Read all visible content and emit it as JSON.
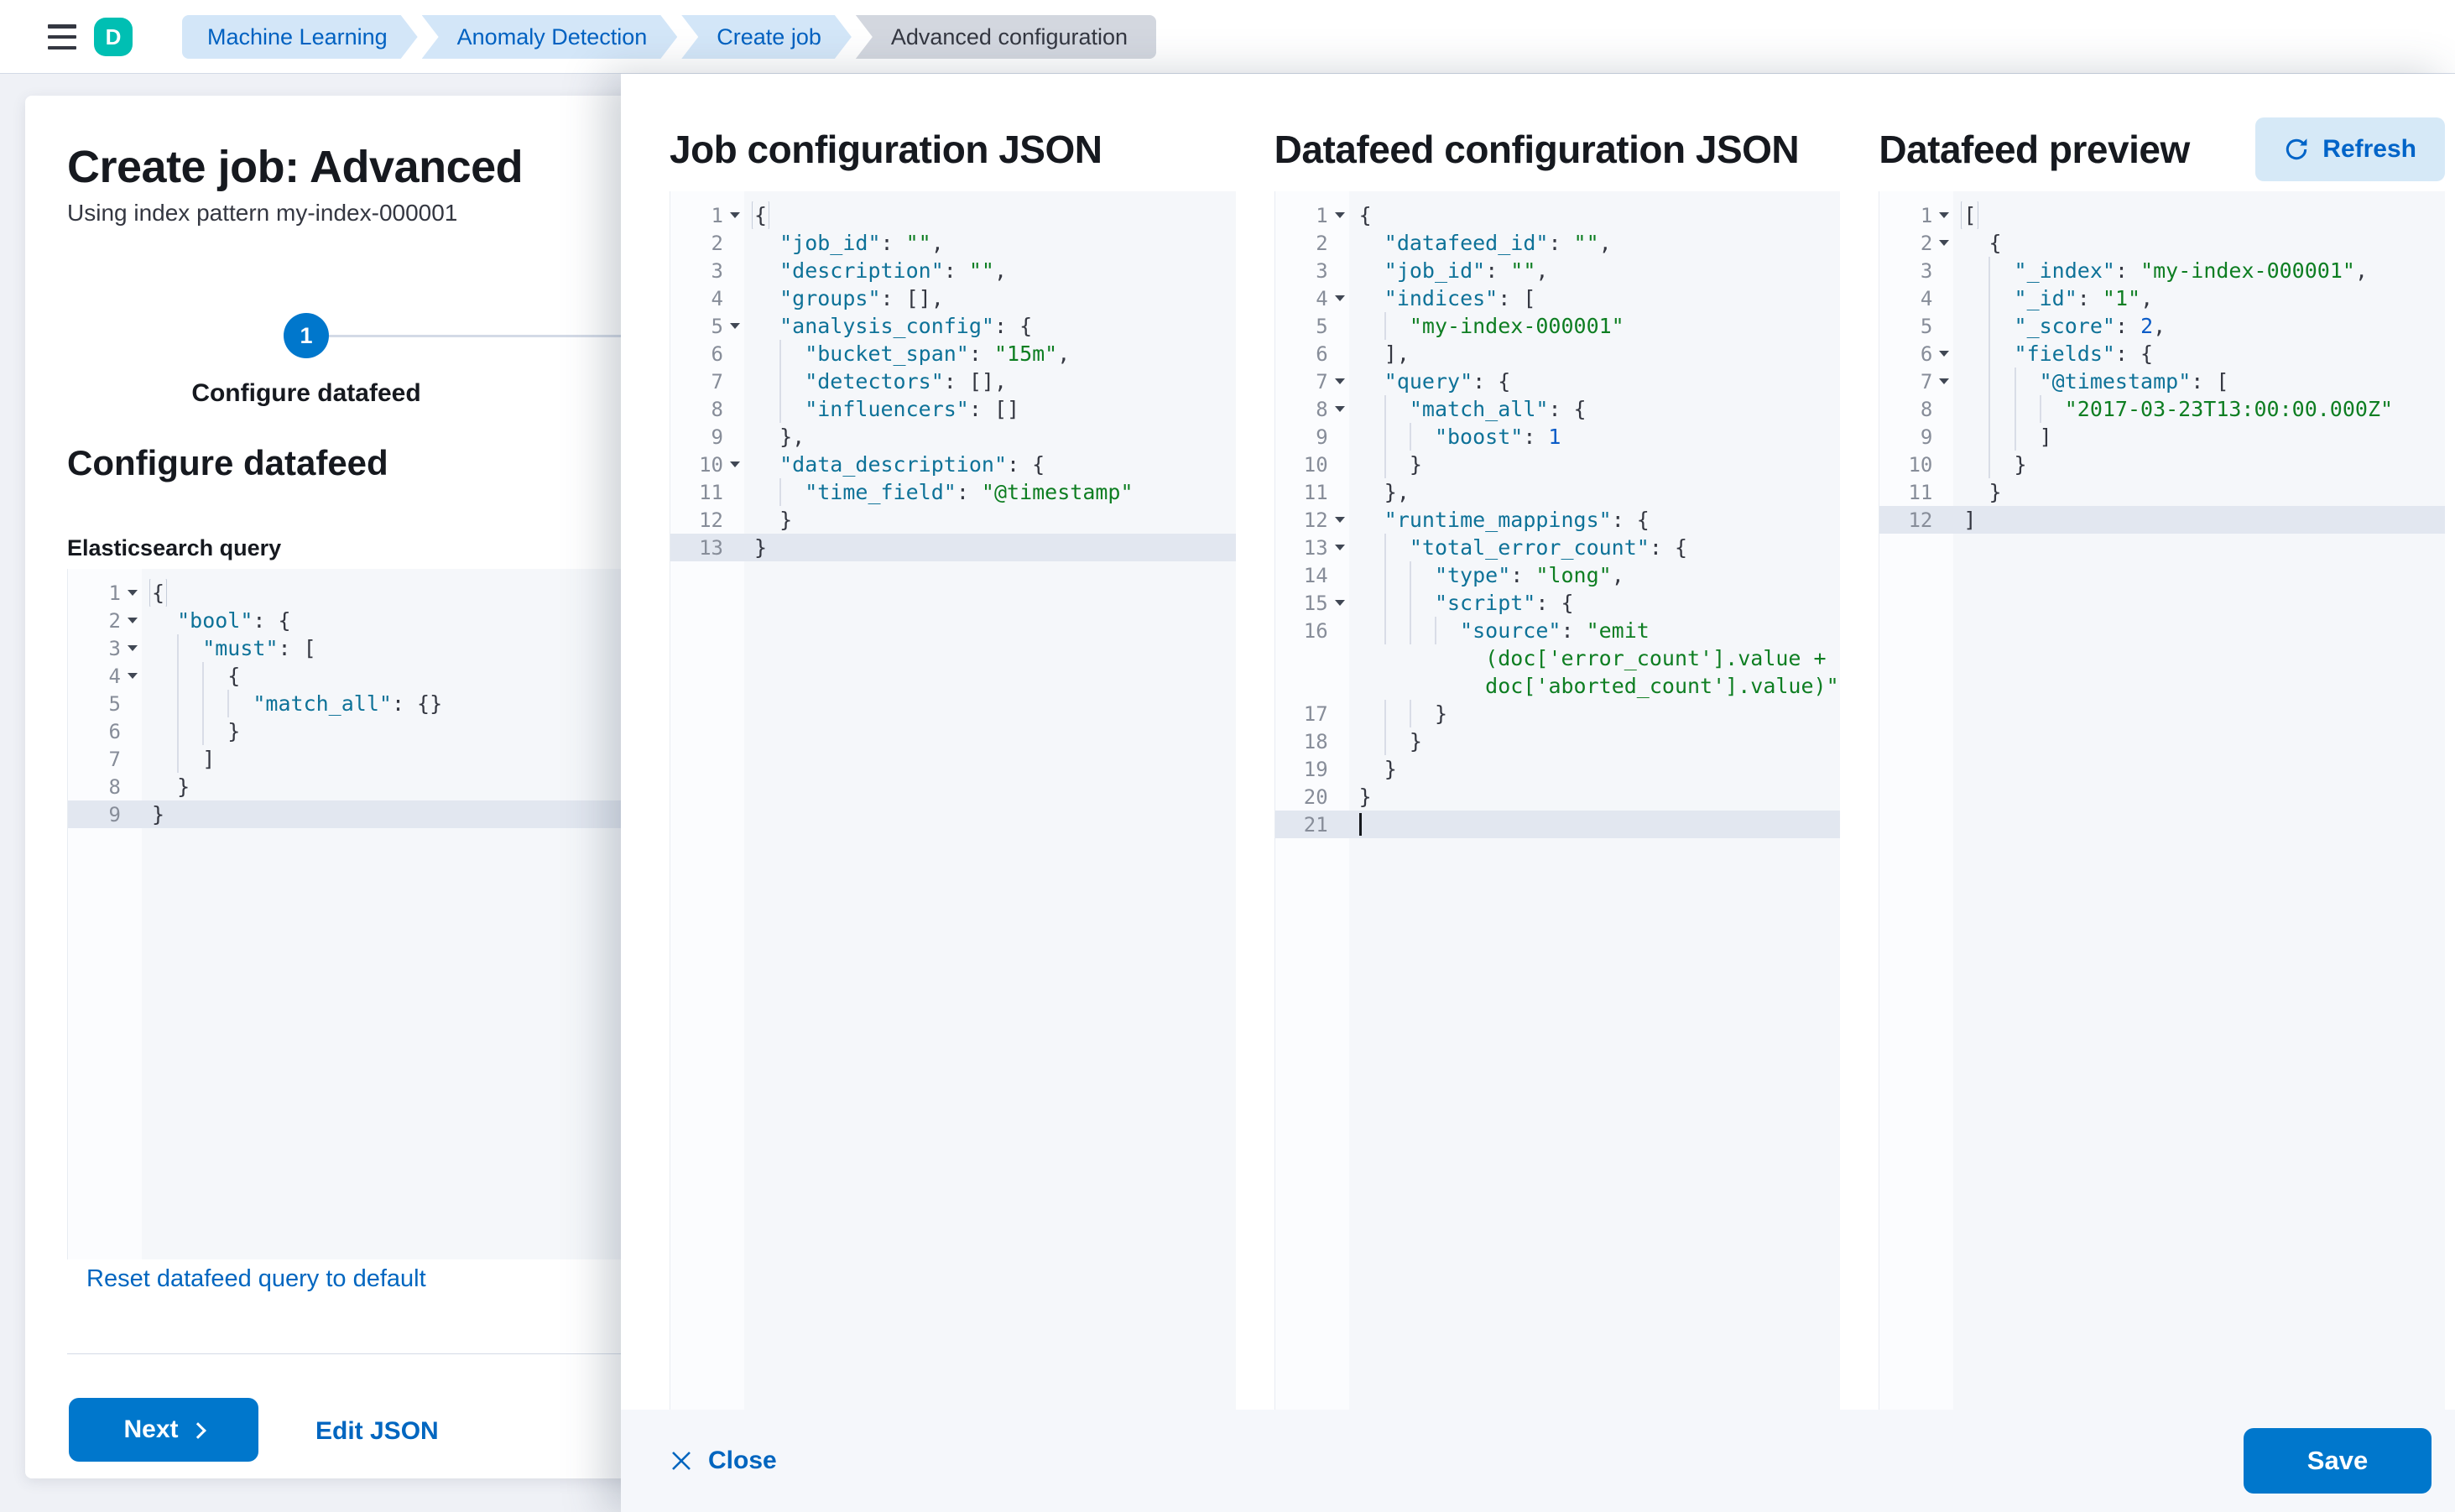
{
  "colors": {
    "primary": "#0077cc",
    "avatar_bg": "#00bfb3",
    "crumb_blue_bg": "#d3e6f8",
    "crumb_blue_text": "#0061c1",
    "crumb_gray_bg": "#d3d7df",
    "link": "#0066c0",
    "code_key": "#0e7298",
    "code_string": "#0e7e22",
    "code_number": "#0b5cc7",
    "code_punct": "#343741",
    "active_line_bg": "#e2e7f0",
    "editor_bg": "#f5f7fa",
    "footer_bg": "#f5f7fb"
  },
  "header": {
    "avatar_initial": "D",
    "breadcrumbs": [
      {
        "label": "Machine Learning",
        "style": "blue"
      },
      {
        "label": "Anomaly Detection",
        "style": "blue"
      },
      {
        "label": "Create job",
        "style": "blue"
      },
      {
        "label": "Advanced configuration",
        "style": "gray"
      }
    ]
  },
  "wizard": {
    "title": "Create job: Advanced",
    "subtitle": "Using index pattern my-index-000001",
    "step": {
      "number": "1",
      "label": "Configure datafeed"
    },
    "section_title": "Configure datafeed",
    "query_label": "Elasticsearch query",
    "reset_link": "Reset datafeed query to default",
    "next_button": "Next",
    "edit_json_link": "Edit JSON"
  },
  "flyout": {
    "panels": [
      {
        "title": "Job configuration JSON"
      },
      {
        "title": "Datafeed configuration JSON"
      },
      {
        "title": "Datafeed preview",
        "refresh_button": "Refresh"
      }
    ],
    "footer": {
      "close_button": "Close",
      "save_button": "Save"
    }
  },
  "editors": {
    "es_query": {
      "lines": [
        {
          "n": 1,
          "f": 1,
          "i": 0,
          "seg": [
            [
              "b",
              "{"
            ]
          ]
        },
        {
          "n": 2,
          "f": 1,
          "i": 1,
          "seg": [
            [
              "k",
              "\"bool\""
            ],
            [
              "p",
              ": {"
            ]
          ]
        },
        {
          "n": 3,
          "f": 1,
          "i": 2,
          "seg": [
            [
              "k",
              "\"must\""
            ],
            [
              "p",
              ": ["
            ]
          ]
        },
        {
          "n": 4,
          "f": 1,
          "i": 3,
          "seg": [
            [
              "p",
              "{"
            ]
          ]
        },
        {
          "n": 5,
          "i": 4,
          "seg": [
            [
              "k",
              "\"match_all\""
            ],
            [
              "p",
              ": {}"
            ]
          ]
        },
        {
          "n": 6,
          "i": 3,
          "seg": [
            [
              "p",
              "}"
            ]
          ]
        },
        {
          "n": 7,
          "i": 2,
          "seg": [
            [
              "p",
              "]"
            ]
          ]
        },
        {
          "n": 8,
          "i": 1,
          "seg": [
            [
              "p",
              "}"
            ]
          ]
        },
        {
          "n": 9,
          "i": 0,
          "hl": 1,
          "seg": [
            [
              "p",
              "}"
            ]
          ]
        }
      ]
    },
    "job_config": {
      "lines": [
        {
          "n": 1,
          "f": 1,
          "i": 0,
          "seg": [
            [
              "b",
              "{"
            ]
          ]
        },
        {
          "n": 2,
          "i": 1,
          "seg": [
            [
              "k",
              "\"job_id\""
            ],
            [
              "p",
              ": "
            ],
            [
              "s",
              "\"\""
            ],
            [
              "p",
              ","
            ]
          ]
        },
        {
          "n": 3,
          "i": 1,
          "seg": [
            [
              "k",
              "\"description\""
            ],
            [
              "p",
              ": "
            ],
            [
              "s",
              "\"\""
            ],
            [
              "p",
              ","
            ]
          ]
        },
        {
          "n": 4,
          "i": 1,
          "seg": [
            [
              "k",
              "\"groups\""
            ],
            [
              "p",
              ": [],"
            ]
          ]
        },
        {
          "n": 5,
          "f": 1,
          "i": 1,
          "seg": [
            [
              "k",
              "\"analysis_config\""
            ],
            [
              "p",
              ": {"
            ]
          ]
        },
        {
          "n": 6,
          "i": 2,
          "seg": [
            [
              "k",
              "\"bucket_span\""
            ],
            [
              "p",
              ": "
            ],
            [
              "s",
              "\"15m\""
            ],
            [
              "p",
              ","
            ]
          ]
        },
        {
          "n": 7,
          "i": 2,
          "seg": [
            [
              "k",
              "\"detectors\""
            ],
            [
              "p",
              ": [],"
            ]
          ]
        },
        {
          "n": 8,
          "i": 2,
          "seg": [
            [
              "k",
              "\"influencers\""
            ],
            [
              "p",
              ": []"
            ]
          ]
        },
        {
          "n": 9,
          "i": 1,
          "seg": [
            [
              "p",
              "},"
            ]
          ]
        },
        {
          "n": 10,
          "f": 1,
          "i": 1,
          "seg": [
            [
              "k",
              "\"data_description\""
            ],
            [
              "p",
              ": {"
            ]
          ]
        },
        {
          "n": 11,
          "i": 2,
          "seg": [
            [
              "k",
              "\"time_field\""
            ],
            [
              "p",
              ": "
            ],
            [
              "s",
              "\"@timestamp\""
            ]
          ]
        },
        {
          "n": 12,
          "i": 1,
          "seg": [
            [
              "p",
              "}"
            ]
          ]
        },
        {
          "n": 13,
          "i": 0,
          "hl": 1,
          "seg": [
            [
              "p",
              "}"
            ]
          ]
        }
      ]
    },
    "datafeed_config": {
      "lines": [
        {
          "n": 1,
          "f": 1,
          "i": 0,
          "seg": [
            [
              "p",
              "{"
            ]
          ]
        },
        {
          "n": 2,
          "i": 1,
          "seg": [
            [
              "k",
              "\"datafeed_id\""
            ],
            [
              "p",
              ": "
            ],
            [
              "s",
              "\"\""
            ],
            [
              "p",
              ","
            ]
          ]
        },
        {
          "n": 3,
          "i": 1,
          "seg": [
            [
              "k",
              "\"job_id\""
            ],
            [
              "p",
              ": "
            ],
            [
              "s",
              "\"\""
            ],
            [
              "p",
              ","
            ]
          ]
        },
        {
          "n": 4,
          "f": 1,
          "i": 1,
          "seg": [
            [
              "k",
              "\"indices\""
            ],
            [
              "p",
              ": ["
            ]
          ]
        },
        {
          "n": 5,
          "i": 2,
          "seg": [
            [
              "s",
              "\"my-index-000001\""
            ]
          ]
        },
        {
          "n": 6,
          "i": 1,
          "seg": [
            [
              "p",
              "],"
            ]
          ]
        },
        {
          "n": 7,
          "f": 1,
          "i": 1,
          "seg": [
            [
              "k",
              "\"query\""
            ],
            [
              "p",
              ": {"
            ]
          ]
        },
        {
          "n": 8,
          "f": 1,
          "i": 2,
          "seg": [
            [
              "k",
              "\"match_all\""
            ],
            [
              "p",
              ": {"
            ]
          ]
        },
        {
          "n": 9,
          "i": 3,
          "seg": [
            [
              "k",
              "\"boost\""
            ],
            [
              "p",
              ": "
            ],
            [
              "d",
              "1"
            ]
          ]
        },
        {
          "n": 10,
          "i": 2,
          "seg": [
            [
              "p",
              "}"
            ]
          ]
        },
        {
          "n": 11,
          "i": 1,
          "seg": [
            [
              "p",
              "},"
            ]
          ]
        },
        {
          "n": 12,
          "f": 1,
          "i": 1,
          "seg": [
            [
              "k",
              "\"runtime_mappings\""
            ],
            [
              "p",
              ": {"
            ]
          ]
        },
        {
          "n": 13,
          "f": 1,
          "i": 2,
          "seg": [
            [
              "k",
              "\"total_error_count\""
            ],
            [
              "p",
              ": {"
            ]
          ]
        },
        {
          "n": 14,
          "i": 3,
          "seg": [
            [
              "k",
              "\"type\""
            ],
            [
              "p",
              ": "
            ],
            [
              "s",
              "\"long\""
            ],
            [
              "p",
              ","
            ]
          ]
        },
        {
          "n": 15,
          "f": 1,
          "i": 3,
          "seg": [
            [
              "k",
              "\"script\""
            ],
            [
              "p",
              ": {"
            ]
          ]
        },
        {
          "n": 16,
          "i": 4,
          "seg": [
            [
              "k",
              "\"source\""
            ],
            [
              "p",
              ": "
            ],
            [
              "s",
              "\"emit"
            ]
          ]
        },
        {
          "n": null,
          "i": 0,
          "seg": [
            [
              "s",
              "          (doc['error_count'].value +"
            ]
          ]
        },
        {
          "n": null,
          "i": 0,
          "seg": [
            [
              "s",
              "          doc['aborted_count'].value)\""
            ]
          ]
        },
        {
          "n": 17,
          "i": 3,
          "seg": [
            [
              "p",
              "}"
            ]
          ]
        },
        {
          "n": 18,
          "i": 2,
          "seg": [
            [
              "p",
              "}"
            ]
          ]
        },
        {
          "n": 19,
          "i": 1,
          "seg": [
            [
              "p",
              "}"
            ]
          ]
        },
        {
          "n": 20,
          "i": 0,
          "seg": [
            [
              "p",
              "}"
            ]
          ]
        },
        {
          "n": 21,
          "i": 0,
          "hl": 1,
          "cur": 1,
          "seg": []
        }
      ]
    },
    "datafeed_preview": {
      "lines": [
        {
          "n": 1,
          "f": 1,
          "i": 0,
          "seg": [
            [
              "b",
              "["
            ]
          ]
        },
        {
          "n": 2,
          "f": 1,
          "i": 1,
          "seg": [
            [
              "p",
              "{"
            ]
          ]
        },
        {
          "n": 3,
          "i": 2,
          "seg": [
            [
              "k",
              "\"_index\""
            ],
            [
              "p",
              ": "
            ],
            [
              "s",
              "\"my-index-000001\""
            ],
            [
              "p",
              ","
            ]
          ]
        },
        {
          "n": 4,
          "i": 2,
          "seg": [
            [
              "k",
              "\"_id\""
            ],
            [
              "p",
              ": "
            ],
            [
              "s",
              "\"1\""
            ],
            [
              "p",
              ","
            ]
          ]
        },
        {
          "n": 5,
          "i": 2,
          "seg": [
            [
              "k",
              "\"_score\""
            ],
            [
              "p",
              ": "
            ],
            [
              "d",
              "2"
            ],
            [
              "p",
              ","
            ]
          ]
        },
        {
          "n": 6,
          "f": 1,
          "i": 2,
          "seg": [
            [
              "k",
              "\"fields\""
            ],
            [
              "p",
              ": {"
            ]
          ]
        },
        {
          "n": 7,
          "f": 1,
          "i": 3,
          "seg": [
            [
              "k",
              "\"@timestamp\""
            ],
            [
              "p",
              ": ["
            ]
          ]
        },
        {
          "n": 8,
          "i": 4,
          "seg": [
            [
              "s",
              "\"2017-03-23T13:00:00.000Z\""
            ]
          ]
        },
        {
          "n": 9,
          "i": 3,
          "seg": [
            [
              "p",
              "]"
            ]
          ]
        },
        {
          "n": 10,
          "i": 2,
          "seg": [
            [
              "p",
              "}"
            ]
          ]
        },
        {
          "n": 11,
          "i": 1,
          "seg": [
            [
              "p",
              "}"
            ]
          ]
        },
        {
          "n": 12,
          "i": 0,
          "hl": 1,
          "seg": [
            [
              "p",
              "]"
            ]
          ]
        }
      ]
    }
  }
}
